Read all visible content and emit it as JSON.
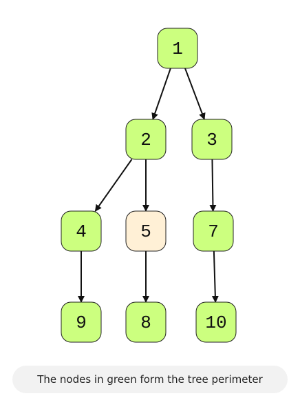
{
  "colors": {
    "perimeter_fill": "#ccff7f",
    "interior_fill": "#fff0d6",
    "stroke": "#222222",
    "caption_bg": "#f2f2f2"
  },
  "tree": {
    "nodes": [
      {
        "id": "1",
        "label": "1",
        "perimeter": true
      },
      {
        "id": "2",
        "label": "2",
        "perimeter": true
      },
      {
        "id": "3",
        "label": "3",
        "perimeter": true
      },
      {
        "id": "4",
        "label": "4",
        "perimeter": true
      },
      {
        "id": "5",
        "label": "5",
        "perimeter": false
      },
      {
        "id": "7",
        "label": "7",
        "perimeter": true
      },
      {
        "id": "9",
        "label": "9",
        "perimeter": true
      },
      {
        "id": "8",
        "label": "8",
        "perimeter": true
      },
      {
        "id": "10",
        "label": "10",
        "perimeter": true
      }
    ],
    "edges": [
      {
        "from": "1",
        "to": "2"
      },
      {
        "from": "1",
        "to": "3"
      },
      {
        "from": "2",
        "to": "4"
      },
      {
        "from": "2",
        "to": "5"
      },
      {
        "from": "3",
        "to": "7"
      },
      {
        "from": "4",
        "to": "9"
      },
      {
        "from": "5",
        "to": "8"
      },
      {
        "from": "7",
        "to": "10"
      }
    ]
  },
  "caption": {
    "text": "The nodes in green form the tree perimeter"
  }
}
